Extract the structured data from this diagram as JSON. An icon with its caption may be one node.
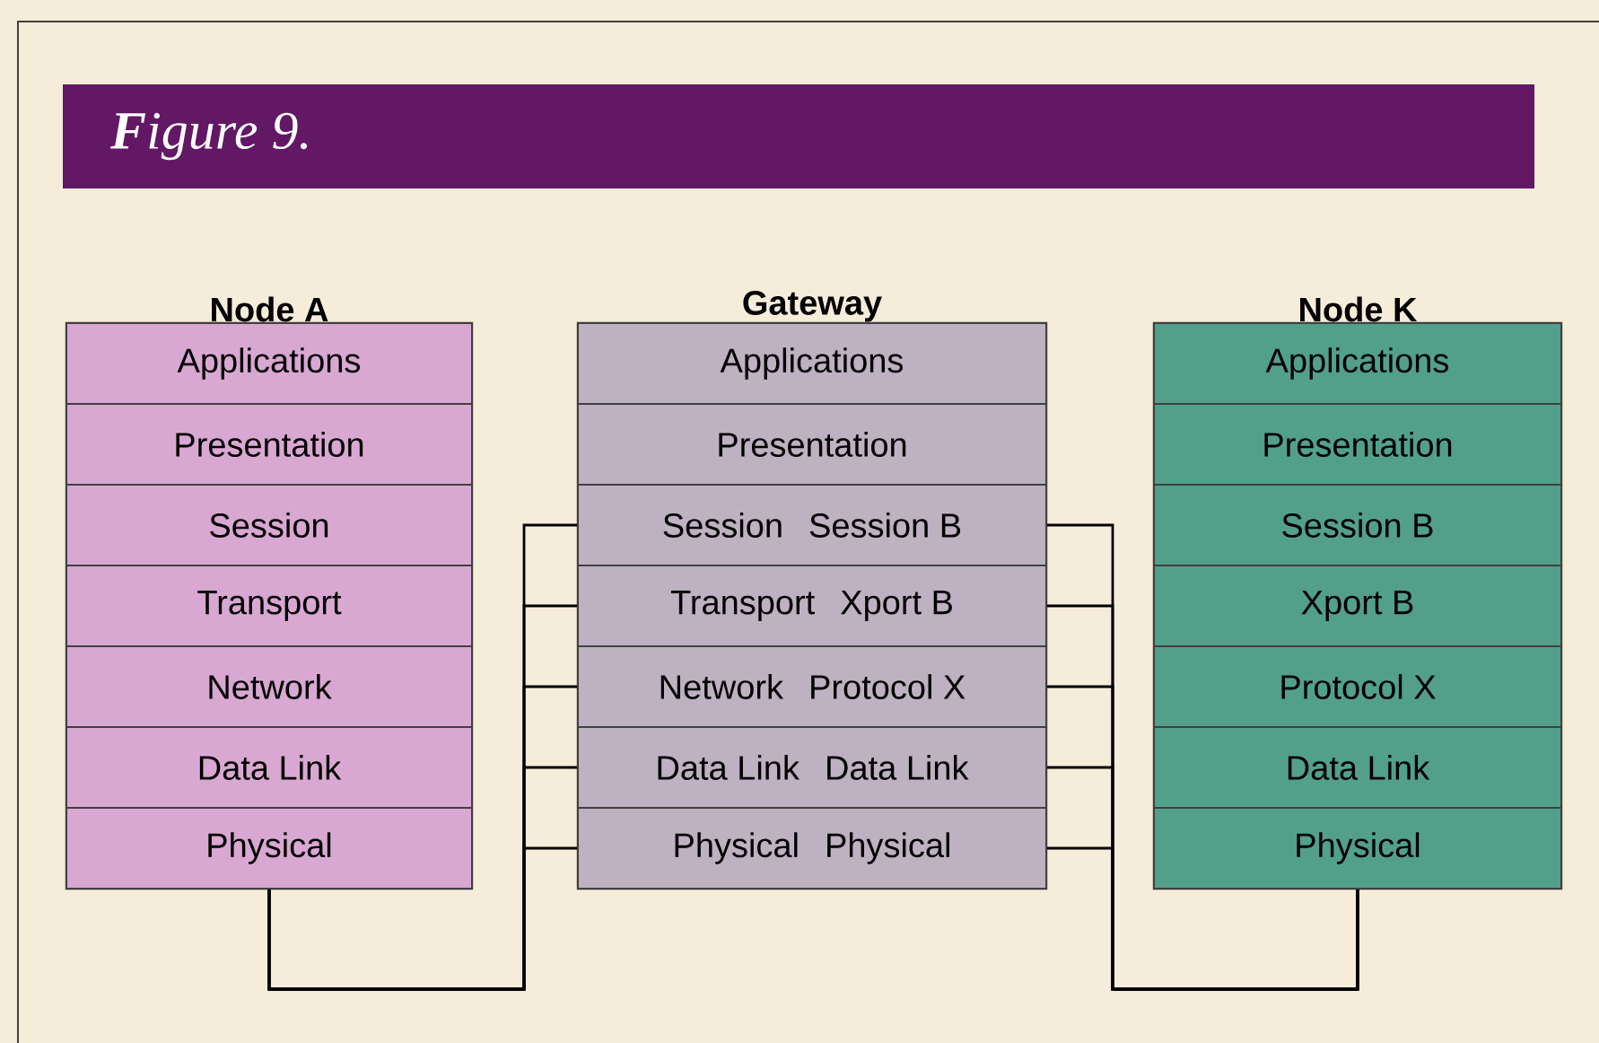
{
  "diagram": {
    "title": "**F**igure 9.",
    "nodes": [
      {
        "text": [
          "Node A"
        ]
      },
      {
        "text": [
          "Applications"
        ],
        "in": 0
      },
      {
        "text": [
          "Presentation"
        ],
        "in": 0
      },
      {
        "text": [
          "Session"
        ],
        "in": 0
      },
      {
        "text": [
          "Transport"
        ],
        "in": 0
      },
      {
        "text": [
          "Network"
        ],
        "in": 0
      },
      {
        "text": [
          "Data Link"
        ],
        "in": 0
      },
      {
        "text": [
          "Physical"
        ],
        "in": 0
      },
      {
        "text": [
          "Gateway"
        ]
      },
      {
        "text": [
          "Applications"
        ],
        "in": 8
      },
      {
        "text": [
          "Presentation"
        ],
        "in": 8
      },
      {
        "text": [
          "Session",
          "Session B"
        ],
        "in": 8
      },
      {
        "text": [
          "Transport",
          "Xport B"
        ],
        "in": 8
      },
      {
        "text": [
          "Network",
          "Protocol X"
        ],
        "in": 8
      },
      {
        "text": [
          "Data Link",
          "Data Link"
        ],
        "in": 8
      },
      {
        "text": [
          "Physical",
          "Physical"
        ],
        "in": 8
      },
      {
        "text": [
          "Node K"
        ]
      },
      {
        "text": [
          "Applications"
        ],
        "in": 16
      },
      {
        "text": [
          "Presentation"
        ],
        "in": 16
      },
      {
        "text": [
          "Session B"
        ],
        "in": 16
      },
      {
        "text": [
          "Xport B"
        ],
        "in": 16
      },
      {
        "text": [
          "Protocol X"
        ],
        "in": 16
      },
      {
        "text": [
          "Data Link"
        ],
        "in": 16
      },
      {
        "text": [
          "Physical"
        ],
        "in": 16
      }
    ],
    "edges": [
      {
        "from": 7,
        "to": 11,
        "arrow": "none"
      },
      {
        "from": 7,
        "to": 12,
        "arrow": "none"
      },
      {
        "from": 7,
        "to": 13,
        "arrow": "none"
      },
      {
        "from": 7,
        "to": 14,
        "arrow": "none"
      },
      {
        "from": 7,
        "to": 15,
        "arrow": "none"
      },
      {
        "from": 11,
        "to": 23,
        "arrow": "none"
      },
      {
        "from": 12,
        "to": 23,
        "arrow": "none"
      },
      {
        "from": 13,
        "to": 23,
        "arrow": "none"
      },
      {
        "from": 14,
        "to": 23,
        "arrow": "none"
      },
      {
        "from": 15,
        "to": 23,
        "arrow": "none"
      }
    ]
  }
}
